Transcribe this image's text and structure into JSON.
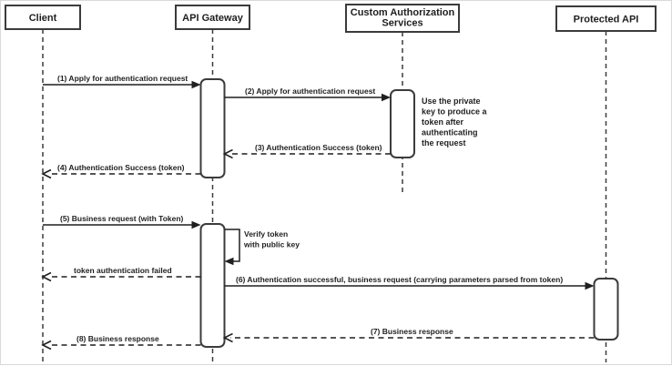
{
  "colors": {
    "background": "#ffffff",
    "shape_stroke": "#3b3b3b",
    "line_and_text": "#1f1f1f"
  },
  "participants": [
    {
      "name": "Client"
    },
    {
      "name": "API Gateway"
    },
    {
      "name": "Custom Authorization Services",
      "lines": [
        "Custom Authorization",
        "Services"
      ]
    },
    {
      "name": "Protected API"
    }
  ],
  "messages": [
    {
      "order": 1,
      "label": "(1) Apply for authentication request",
      "from": "Client",
      "to": "API Gateway",
      "line": "solid"
    },
    {
      "order": 2,
      "label": "(2) Apply for authentication request",
      "from": "API Gateway",
      "to": "Custom Authorization Services",
      "line": "solid"
    },
    {
      "order": 3,
      "label": "(3) Authentication Success (token)",
      "from": "Custom Authorization Services",
      "to": "API Gateway",
      "line": "dashed"
    },
    {
      "order": 4,
      "label": "(4) Authentication Success (token)",
      "from": "API Gateway",
      "to": "Client",
      "line": "dashed"
    },
    {
      "order": 5,
      "label": "(5) Business request (with Token)",
      "from": "Client",
      "to": "API Gateway",
      "line": "solid"
    },
    {
      "order": 6,
      "label": "Verify token with public key",
      "lines": [
        "Verify token",
        "with public key"
      ],
      "from": "API Gateway",
      "to": "API Gateway",
      "line": "solid"
    },
    {
      "order": 7,
      "label": "token authentication failed",
      "from": "API Gateway",
      "to": "Client",
      "line": "dashed"
    },
    {
      "order": 8,
      "label": "(6) Authentication successful, business request (carrying parameters parsed from token)",
      "from": "API Gateway",
      "to": "Protected API",
      "line": "solid"
    },
    {
      "order": 9,
      "label": "(7) Business response",
      "from": "Protected API",
      "to": "API Gateway",
      "line": "dashed"
    },
    {
      "order": 10,
      "label": "(8) Business response",
      "from": "API Gateway",
      "to": "Client",
      "line": "dashed"
    }
  ],
  "note": {
    "text": "Use the private key to produce a token after authenticating the request",
    "lines": [
      "Use the private",
      "key to produce a",
      "token after",
      "authenticating",
      "the request"
    ]
  }
}
